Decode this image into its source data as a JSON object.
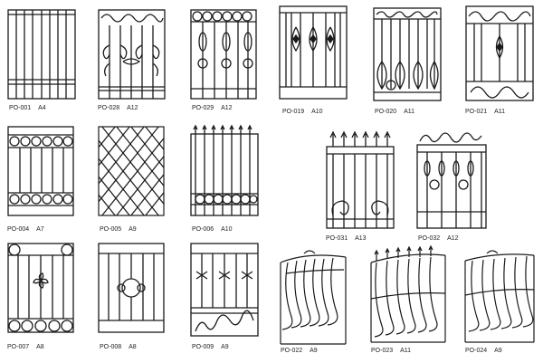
{
  "catalog": {
    "items": [
      {
        "code": "PO-001",
        "grade": "A4"
      },
      {
        "code": "PO-028",
        "grade": "A12"
      },
      {
        "code": "PO-029",
        "grade": "A12"
      },
      {
        "code": "PO-019",
        "grade": "A10"
      },
      {
        "code": "PO-020",
        "grade": "A11"
      },
      {
        "code": "PO-021",
        "grade": "A11"
      },
      {
        "code": "PO-004",
        "grade": "A7"
      },
      {
        "code": "PO-005",
        "grade": "A9"
      },
      {
        "code": "PO-006",
        "grade": "A10"
      },
      {
        "code": "PO-031",
        "grade": "A13"
      },
      {
        "code": "PO-032",
        "grade": "A12"
      },
      {
        "code": "PO-007",
        "grade": "A8"
      },
      {
        "code": "PO-008",
        "grade": "A8"
      },
      {
        "code": "PO-009",
        "grade": "A9"
      },
      {
        "code": "PO-022",
        "grade": "A9"
      },
      {
        "code": "PO-023",
        "grade": "A11"
      },
      {
        "code": "PO-024",
        "grade": "A9"
      }
    ]
  },
  "colors": {
    "ink": "#1a1a1a",
    "background": "#ffffff"
  }
}
